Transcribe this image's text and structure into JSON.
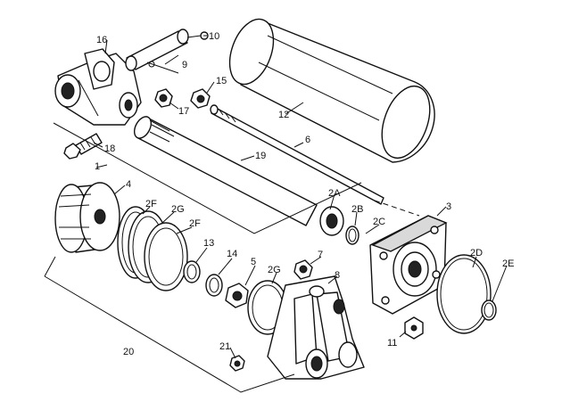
{
  "callouts": {
    "c1": "1",
    "c2A": "2A",
    "c2B": "2B",
    "c2C": "2C",
    "c2D": "2D",
    "c2E": "2E",
    "c2F_a": "2F",
    "c2F_b": "2F",
    "c2G_a": "2G",
    "c2G_b": "2G",
    "c3": "3",
    "c4": "4",
    "c5": "5",
    "c6": "6",
    "c7": "7",
    "c8": "8",
    "c9": "9",
    "c10": "10",
    "c11": "11",
    "c12": "12",
    "c13": "13",
    "c14": "14",
    "c15": "15",
    "c16": "16",
    "c17": "17",
    "c18": "18",
    "c19": "19",
    "c20": "20",
    "c21": "21"
  }
}
